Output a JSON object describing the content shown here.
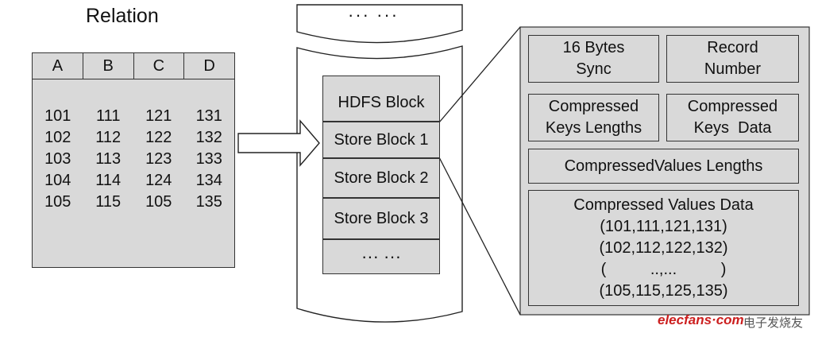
{
  "relation": {
    "title": "Relation",
    "headers": [
      "A",
      "B",
      "C",
      "D"
    ],
    "rows": [
      [
        "101",
        "111",
        "121",
        "131"
      ],
      [
        "102",
        "112",
        "122",
        "132"
      ],
      [
        "103",
        "113",
        "123",
        "133"
      ],
      [
        "104",
        "114",
        "124",
        "134"
      ],
      [
        "105",
        "115",
        "105",
        "135"
      ]
    ]
  },
  "hdfs": {
    "top_dots": "··· ···",
    "hdfs_block": "HDFS Block",
    "store_blocks": [
      "Store Block 1",
      "Store Block 2",
      "Store Block 3"
    ],
    "bottom_dots": "··· ···"
  },
  "store_block_detail": {
    "sync": [
      "16 Bytes",
      "Sync"
    ],
    "record_number": [
      "Record",
      "Number"
    ],
    "keys_lengths": [
      "Compressed",
      "Keys Lengths"
    ],
    "keys_data": [
      "Compressed",
      "Keys  Data"
    ],
    "values_lengths": "CompressedValues Lengths",
    "values_data": [
      "Compressed Values Data",
      "(101,111,121,131)",
      "(102,112,122,132)",
      "(          ..,...          )",
      "(105,115,125,135)"
    ]
  },
  "watermark": {
    "logo": "elecfans·com",
    "cn": "电子发烧友"
  }
}
